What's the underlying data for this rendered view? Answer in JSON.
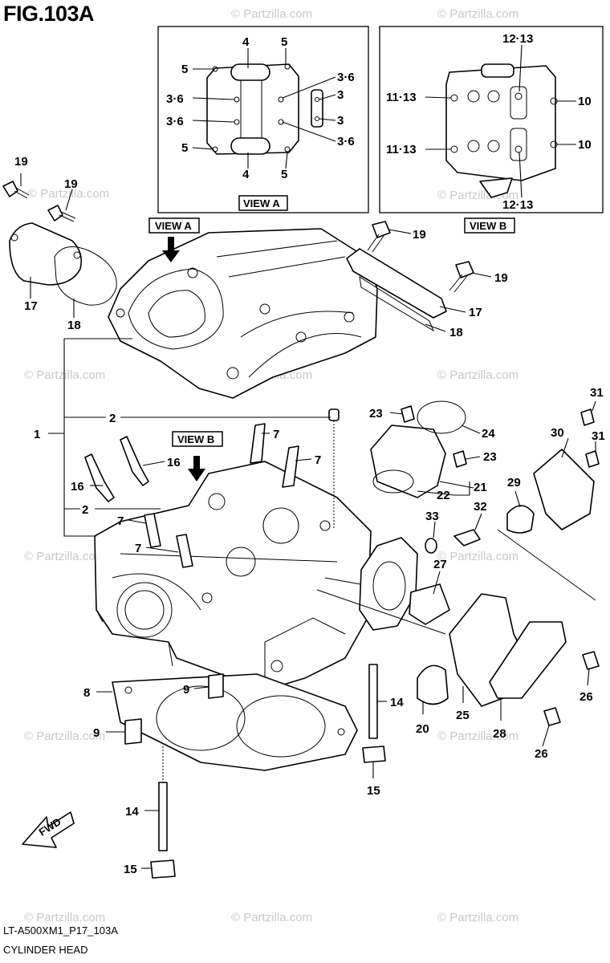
{
  "figure": {
    "title": "FIG.103A",
    "code": "LT-A500XM1_P17_103A",
    "name": "CYLINDER HEAD"
  },
  "watermark": "© Partzilla.com",
  "view_labels": {
    "view_a": "VIEW A",
    "view_b": "VIEW B"
  },
  "fwd_label": "FWD",
  "callouts": {
    "c1": "1",
    "c2a": "2",
    "c2b": "2",
    "c7a": "7",
    "c7b": "7",
    "c7c": "7",
    "c7d": "7",
    "c8": "8",
    "c9a": "9",
    "c9b": "9",
    "c14a": "14",
    "c14b": "14",
    "c15a": "15",
    "c15b": "15",
    "c16a": "16",
    "c16b": "16",
    "c17a": "17",
    "c17b": "17",
    "c18a": "18",
    "c18b": "18",
    "c19a": "19",
    "c19b": "19",
    "c19c": "19",
    "c19d": "19",
    "c20": "20",
    "c21": "21",
    "c22": "22",
    "c23a": "23",
    "c23b": "23",
    "c24": "24",
    "c25": "25",
    "c26a": "26",
    "c26b": "26",
    "c27": "27",
    "c28": "28",
    "c29": "29",
    "c30": "30",
    "c31a": "31",
    "c31b": "31",
    "c32": "32",
    "c33": "33"
  },
  "view_a_callouts": {
    "t4a": "4",
    "t5a": "5",
    "t5b": "5",
    "t36a": "3·6",
    "t36b": "3·6",
    "t36c": "3·6",
    "t3a": "3",
    "t3b": "3",
    "t36d": "3·6",
    "t5c": "5",
    "t4b": "4",
    "t5d": "5"
  },
  "view_b_callouts": {
    "b1213a": "12·13",
    "b1113a": "11·13",
    "b10a": "10",
    "b1113b": "11·13",
    "b10b": "10",
    "b1213b": "12·13"
  }
}
